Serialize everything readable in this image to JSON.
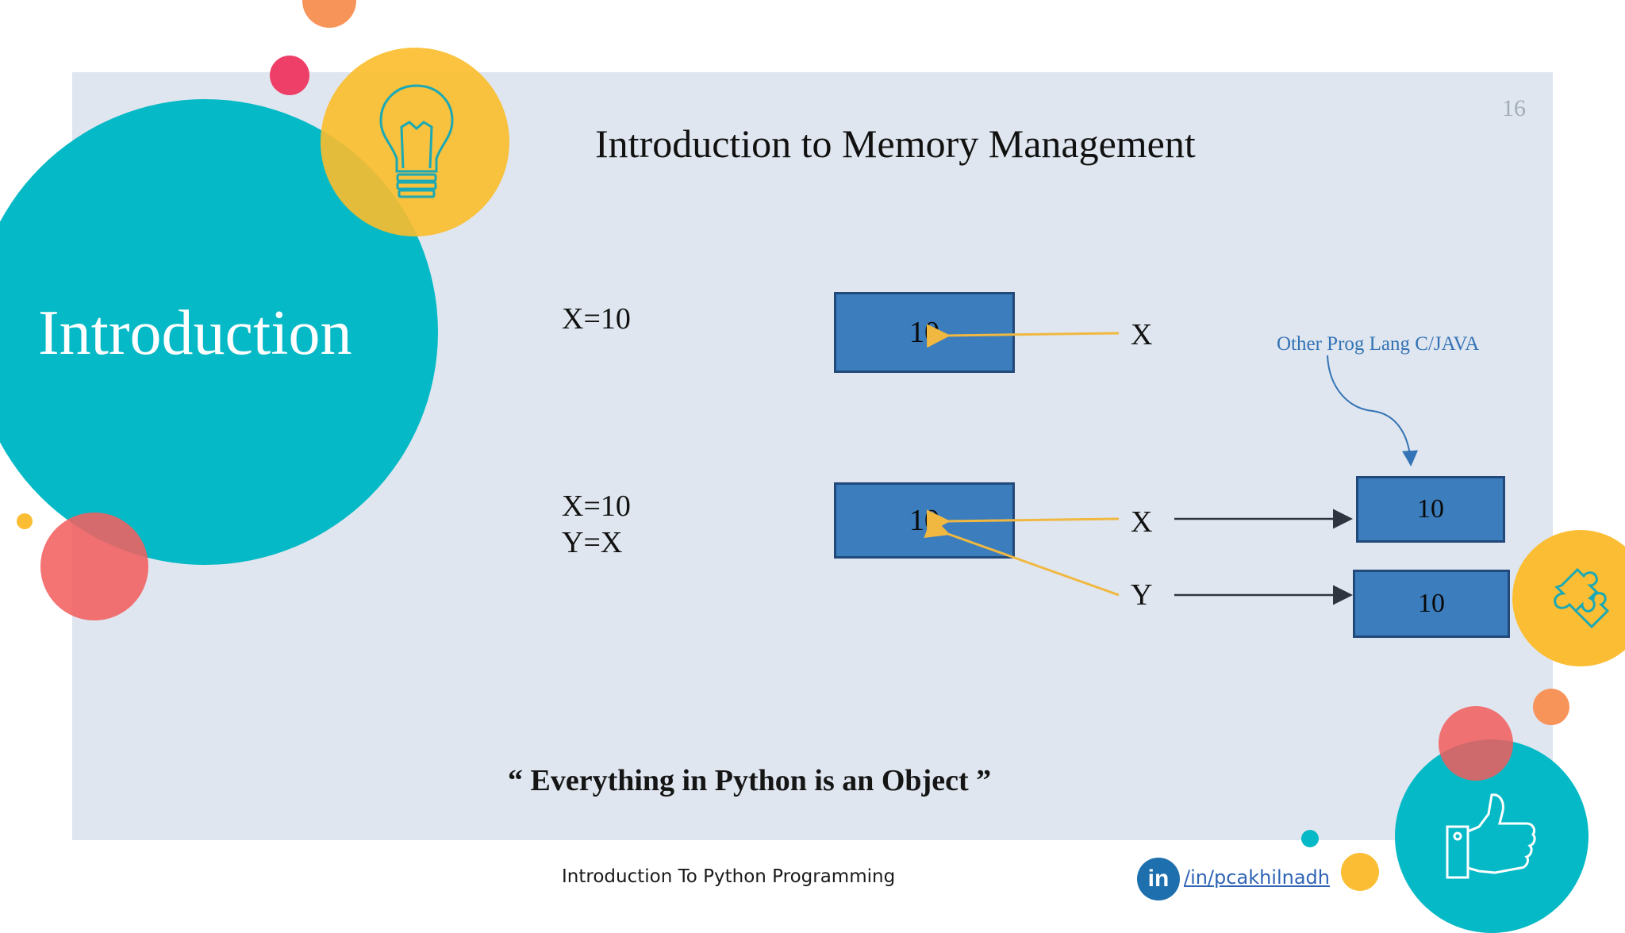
{
  "slide": {
    "title": "Introduction to Memory Management",
    "page_number": "16",
    "section_title": "Introduction",
    "quote": "“ Everything in Python is an Object ”",
    "footer_text": "Introduction To Python Programming",
    "linkedin_badge": "in",
    "linkedin_handle": "/in/pcakhilnadh"
  },
  "diagram": {
    "code1": "X=10",
    "code2_line1": "X=10",
    "code2_line2": "Y=X",
    "box1_value": "10",
    "box2_value": "10",
    "label_x1": "X",
    "label_x2": "X",
    "label_y": "Y",
    "other_lang_label": "Other Prog Lang C/JAVA",
    "other_box1_value": "10",
    "other_box2_value": "10"
  },
  "icons": [
    "lightbulb-icon",
    "puzzle-icon",
    "thumbs-up-icon"
  ],
  "colors": {
    "teal": "#06b9c6",
    "yellow": "#fbbd33",
    "coral": "#f36866",
    "orange": "#f7945a",
    "box_blue": "#3b7dbd",
    "arrow_yellow": "#f0b840",
    "annotation_blue": "#3473b5"
  }
}
